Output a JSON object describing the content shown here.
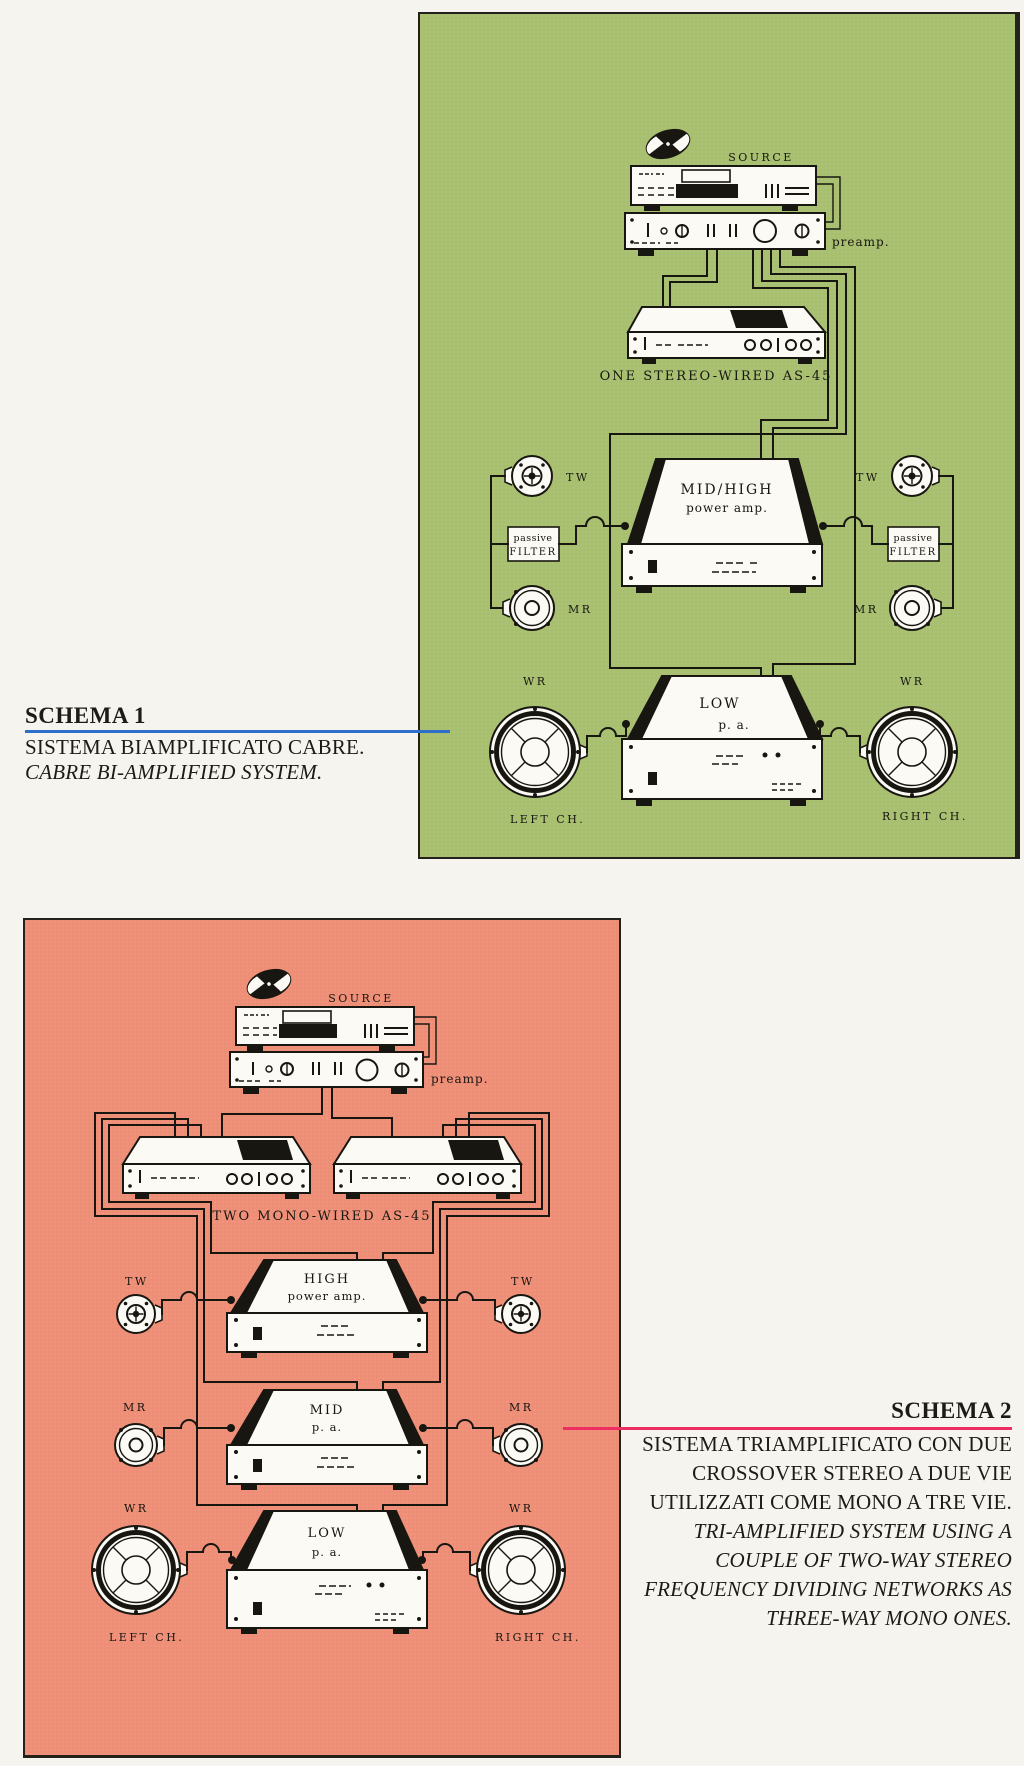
{
  "schema1": {
    "title": "SCHEMA 1",
    "caption": [
      "SISTEMA BIAMPLIFICATO CABRE."
    ],
    "caption_italic": [
      "CABRE BI-AMPLIFIED SYSTEM."
    ],
    "accent_color": "#2e6fca",
    "panel_color": "#a7bf6f",
    "labels": {
      "source": "SOURCE",
      "preamp": "preamp.",
      "crossover": "ONE STEREO-WIRED AS-45",
      "amp1_line1": "MID/HIGH",
      "amp1_line2": "power amp.",
      "amp2_line1": "LOW",
      "amp2_line2": "p. a.",
      "filter_line1": "passive",
      "filter_line2": "FILTER",
      "tweeter": "TW",
      "midrange": "MR",
      "woofer": "WR",
      "left_channel": "LEFT CH.",
      "right_channel": "RIGHT CH."
    },
    "icons": {
      "source_disc": "vinyl-record-icon"
    }
  },
  "schema2": {
    "title": "SCHEMA 2",
    "caption": [
      "SISTEMA TRIAMPLIFICATO CON DUE",
      "CROSSOVER STEREO A DUE VIE",
      "UTILIZZATI COME MONO A TRE VIE."
    ],
    "caption_italic": [
      "TRI-AMPLIFIED SYSTEM USING A",
      "COUPLE OF TWO-WAY STEREO",
      "FREQUENCY DIVIDING NETWORKS AS",
      "THREE-WAY MONO ONES."
    ],
    "accent_color": "#ee2d62",
    "panel_color": "#ee8e76",
    "labels": {
      "source": "SOURCE",
      "preamp": "preamp.",
      "crossover": "TWO MONO-WIRED AS-45",
      "amp1_line1": "HIGH",
      "amp1_line2": "power amp.",
      "amp2_line1": "MID",
      "amp2_line2": "p. a.",
      "amp3_line1": "LOW",
      "amp3_line2": "p. a.",
      "tweeter": "TW",
      "midrange": "MR",
      "woofer": "WR",
      "left_channel": "LEFT CH.",
      "right_channel": "RIGHT CH."
    },
    "icons": {
      "source_disc": "vinyl-record-icon"
    }
  }
}
